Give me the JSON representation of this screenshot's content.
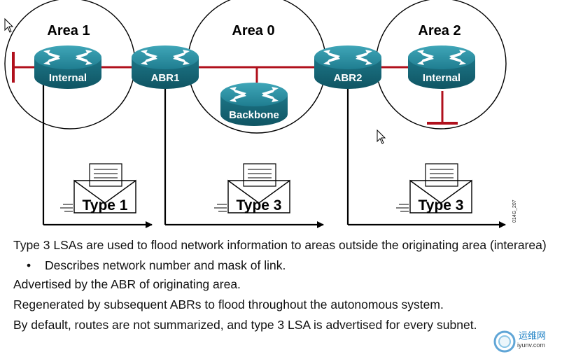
{
  "areas": {
    "area1": "Area 1",
    "area0": "Area 0",
    "area2": "Area 2"
  },
  "routers": {
    "internal1": "Internal",
    "abr1": "ABR1",
    "backbone": "Backbone",
    "abr2": "ABR2",
    "internal2": "Internal"
  },
  "lsa_envelopes": {
    "left": "Type 1",
    "middle": "Type 3",
    "right": "Type 3"
  },
  "figure_code": "014G_207",
  "bullets": {
    "line1": "Type 3 LSAs are used to flood network information to areas outside the originating area (interarea)",
    "sub1": "Describes network number and mask of link.",
    "line2": "Advertised by the ABR of originating area.",
    "line3": "Regenerated by subsequent ABRs to flood throughout the autonomous system.",
    "line4": "By default, routes are not summarized, and type 3 LSA is advertised for every subnet."
  },
  "watermark": {
    "text": "运维网",
    "sub": "iyunv.com"
  },
  "colors": {
    "link_red": "#b0101c",
    "router_teal": "#2b8a9e",
    "router_dark": "#13606f",
    "arrow_black": "#000000"
  },
  "icons": {
    "router": "router-icon",
    "envelope": "envelope-icon",
    "cursor": "mouse-cursor-icon"
  }
}
